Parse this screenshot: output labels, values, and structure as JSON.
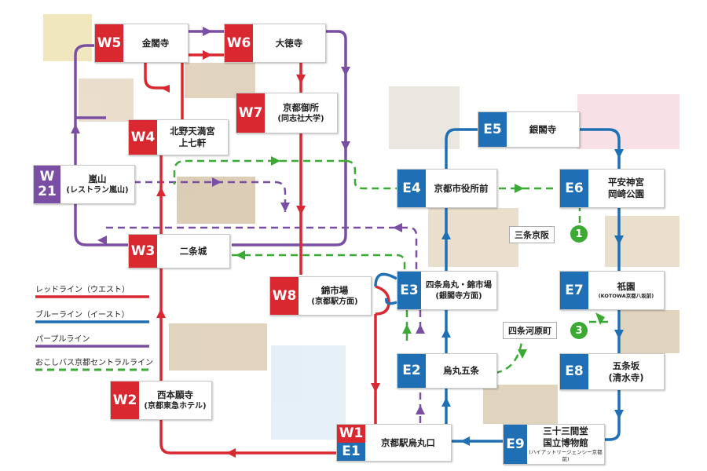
{
  "colors": {
    "red": "#d9282f",
    "blue": "#1f6fb4",
    "purple": "#7a4fa3",
    "green": "#3aaa35"
  },
  "stops": {
    "w5": {
      "code": "W5",
      "name": "金閣寺"
    },
    "w6": {
      "code": "W6",
      "name": "大徳寺"
    },
    "w7": {
      "code": "W7",
      "name": "京都御所",
      "sub": "(同志社大学)"
    },
    "w4": {
      "code": "W4",
      "name": "北野天満宮",
      "sub": "上七軒"
    },
    "w21": {
      "code1": "W",
      "code2": "21",
      "name": "嵐山",
      "sub": "(レストラン嵐山)"
    },
    "w3": {
      "code": "W3",
      "name": "二条城"
    },
    "w8": {
      "code": "W8",
      "name": "錦市場",
      "sub": "(京都駅方面)"
    },
    "w2": {
      "code": "W2",
      "name": "西本願寺",
      "sub": "(京都東急ホテル)"
    },
    "w1e1": {
      "code1": "W1",
      "code2": "E1",
      "name": "京都駅烏丸口"
    },
    "e5": {
      "code": "E5",
      "name": "銀閣寺"
    },
    "e4": {
      "code": "E4",
      "name": "京都市役所前"
    },
    "e6": {
      "code": "E6",
      "name": "平安神宮",
      "sub": "岡崎公園"
    },
    "e3": {
      "code": "E3",
      "name": "四条烏丸・錦市場",
      "sub": "(銀閣寺方面)"
    },
    "e7": {
      "code": "E7",
      "name": "祇園",
      "tiny": "(KOTOWA京都八坂前)"
    },
    "e2": {
      "code": "E2",
      "name": "烏丸五条"
    },
    "e8": {
      "code": "E8",
      "name": "五条坂",
      "sub": "(清水寺)"
    },
    "e9": {
      "code": "E9",
      "name": "三十三間堂",
      "sub": "国立博物館",
      "tiny": "(ハイアットリージェンシー京都前)"
    }
  },
  "transfers": {
    "t1": {
      "label": "三条京阪",
      "num": "1"
    },
    "t3": {
      "label": "四条河原町",
      "num": "3"
    }
  },
  "legend": {
    "red": "レッドライン（ウエスト）",
    "blue": "ブルーライン（イースト）",
    "purple": "パープルライン",
    "green": "おこしバス京都セントラルライン"
  }
}
